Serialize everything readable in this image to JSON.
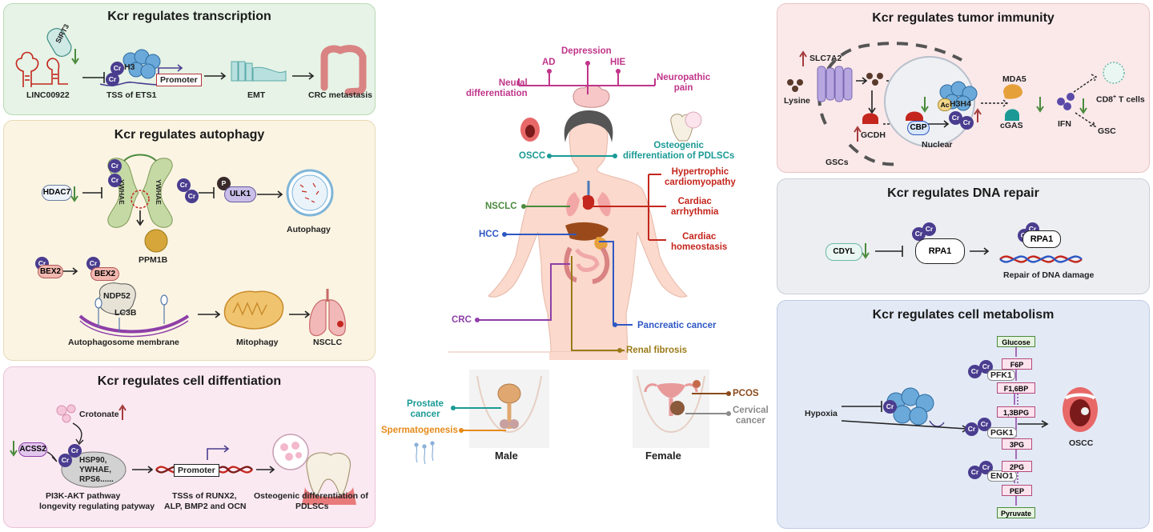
{
  "panels": {
    "transcription": {
      "title": "Kcr regulates transcription",
      "sirt3": "SIRT3",
      "h3": "H3",
      "promoter": "Promoter",
      "linc": "LINC00922",
      "tss": "TSS of ETS1",
      "emt": "EMT",
      "crc": "CRC metastasis"
    },
    "autophagy": {
      "title": "Kcr regulates autophagy",
      "hdac7": "HDAC7",
      "ywhae1": "YWHAE",
      "ywhae2": "YWHAE",
      "p": "P",
      "ulk1": "ULK1",
      "autophagy": "Autophagy",
      "ppm1b": "PPM1B",
      "bex2a": "BEX2",
      "bex2b": "BEX2",
      "ndp52": "NDP52",
      "lc3b": "LC3B",
      "membrane": "Autophagosome membrane",
      "mitophagy": "Mitophagy",
      "nsclc": "NSCLC"
    },
    "differentiation": {
      "title": "Kcr regulates cell diffentiation",
      "crotonate": "Crotonate",
      "acss2": "ACSS2",
      "hsp1": "HSP90,",
      "hsp2": "YWHAE,",
      "hsp3": "RPS6......",
      "promoter": "Promoter",
      "pi3k1": "PI3K-AKT pathway",
      "pi3k2": "longevity regulating patyway",
      "tss1": "TSSs of RUNX2,",
      "tss2": "ALP, BMP2 and OCN",
      "osteo1": "Osteogenic differentiation of",
      "osteo2": "PDLSCs"
    },
    "immunity": {
      "title": "Kcr regulates tumor immunity",
      "slc": "SLC7A2",
      "lysine": "Lysine",
      "gcdh": "GCDH",
      "gscs": "GSCs",
      "ac": "Ac",
      "h3h4": "H3H4",
      "cbp": "CBP",
      "nuclear": "Nuclear",
      "mda5": "MDA5",
      "cgas": "cGAS",
      "ifn": "IFN",
      "cd8": "CD8",
      "cd8sup": "+",
      "tcells": " T cells",
      "gsc": "GSC"
    },
    "dna": {
      "title": "Kcr regulates DNA repair",
      "cdyl": "CDYL",
      "rpa1a": "RPA1",
      "rpa1b": "RPA1",
      "repair": "Repair of DNA damage"
    },
    "metabolism": {
      "title": "Kcr regulates cell metabolism",
      "hypoxia": "Hypoxia",
      "oscc": "OSCC",
      "pfk1": "PFK1",
      "pgk1": "PGK1",
      "eno1": "ENO1",
      "metabolites": [
        "Glucose",
        "F6P",
        "F1,6BP",
        "1,3BPG",
        "3PG",
        "2PG",
        "PEP",
        "Pyruvate"
      ]
    }
  },
  "cr_label": "Cr",
  "center": {
    "nervous": {
      "ad": "AD",
      "depression": "Depression",
      "hie": "HIE",
      "neural1": "Neural",
      "neural2": "differentiation",
      "neuro1": "Neuropathic",
      "neuro2": "pain"
    },
    "oscc": "OSCC",
    "osteo1": "Osteogenic",
    "osteo2": "differentiation of PDLSCs",
    "nsclc": "NSCLC",
    "hcc": "HCC",
    "crc": "CRC",
    "cardio1": "Hypertrophic",
    "cardio2": "cardiomyopathy",
    "arr1": "Cardiac",
    "arr2": "arrhythmia",
    "home1": "Cardiac",
    "home2": "homeostasis",
    "pancreatic": "Pancreatic cancer",
    "renal": "Renal fibrosis",
    "prostate1": "Prostate",
    "prostate2": "cancer",
    "sperm": "Spermatogenesis",
    "male": "Male",
    "female": "Female",
    "pcos": "PCOS",
    "cervical1": "Cervical",
    "cervical2": "cancer"
  },
  "colors": {
    "transcription_bg": "#e6f3e6",
    "autophagy_bg": "#fbf4e3",
    "differentiation_bg": "#fbe9f1",
    "immunity_bg": "#fbe9ea",
    "dna_bg": "#eceef1",
    "metabolism_bg": "#e3eaf6",
    "cr": "#4a3d8f",
    "nervous": "#c0358a",
    "teal": "#1b9a95",
    "red": "#c4261d",
    "green": "#4a8a3c",
    "blue": "#2e58c4",
    "purple": "#8e3fa8",
    "olive": "#9a7a18",
    "orange": "#e68a1a",
    "brown": "#8b4a1a",
    "gray": "#8a8a8a"
  },
  "icons": [
    "rna-hairpin-icon",
    "nucleosome-icon",
    "colon-icon",
    "lung-icon",
    "mitochondrion-icon",
    "tooth-icon",
    "mouth-icon",
    "body-silhouette-icon",
    "dna-helix-icon",
    "up-arrow-icon",
    "down-arrow-icon"
  ]
}
